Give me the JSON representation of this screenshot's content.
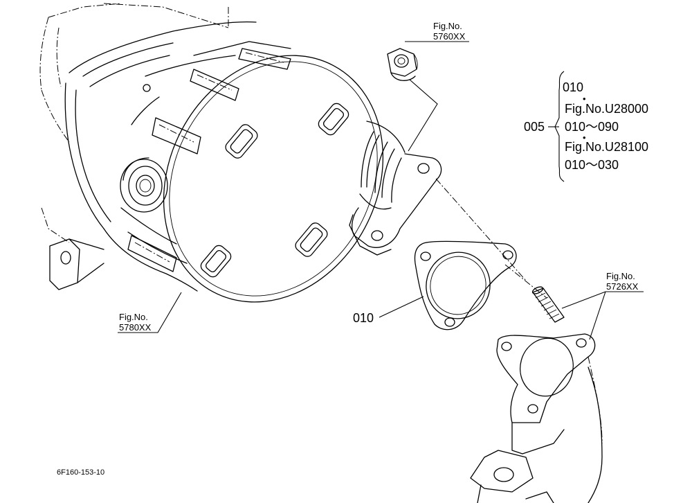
{
  "callouts": {
    "nut_ref": {
      "line1": "Fig.No.",
      "line2": "5760XX"
    },
    "stud_ref": {
      "line1": "Fig.No.",
      "line2": "5726XX"
    },
    "filter_ref": {
      "line1": "Fig.No.",
      "line2": "5780XX"
    },
    "gasket_part": "010"
  },
  "assembly_bracket": {
    "part_no": "005",
    "rows": [
      "010",
      "•",
      "Fig.No.U28000",
      "010～090",
      "•",
      "Fig.No.U28100",
      "010～030"
    ]
  },
  "drawing_code": "6F160-153-10"
}
